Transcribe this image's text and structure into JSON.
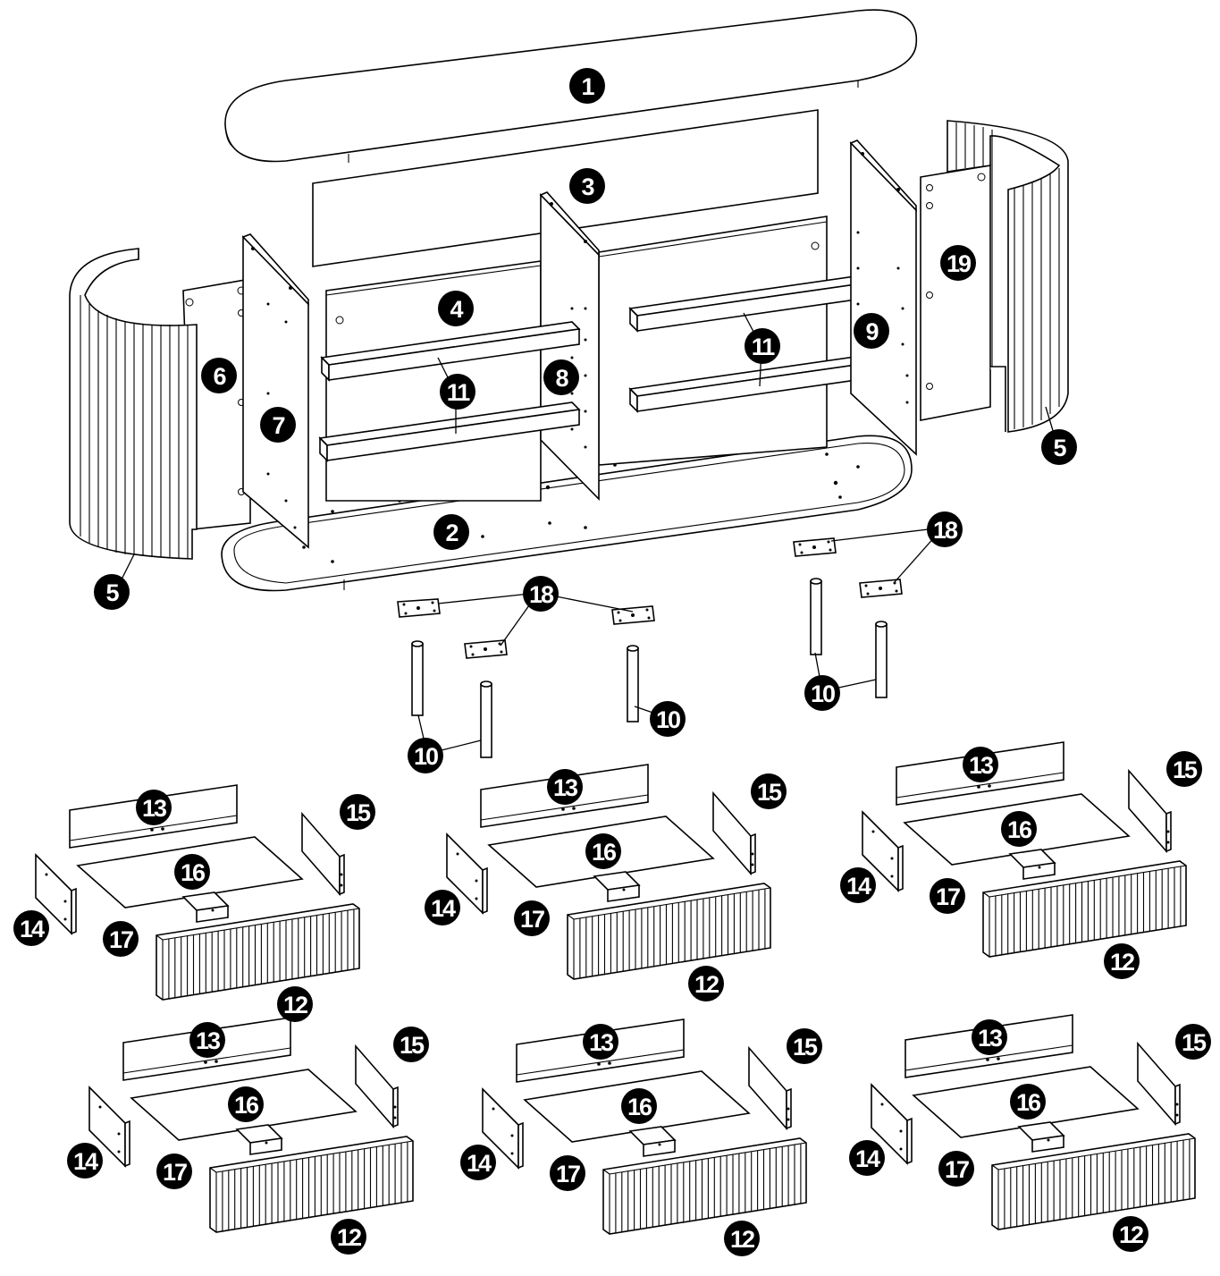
{
  "part_labels": {
    "p1": "1",
    "p2": "2",
    "p3": "3",
    "p4": "4",
    "p5": "5",
    "p6": "6",
    "p7": "7",
    "p8": "8",
    "p9": "9",
    "p10": "10",
    "p11": "11",
    "p12": "12",
    "p13": "13",
    "p14": "14",
    "p15": "15",
    "p16": "16",
    "p17": "17",
    "p18": "18",
    "p19": "19"
  },
  "drawer_count": 6
}
